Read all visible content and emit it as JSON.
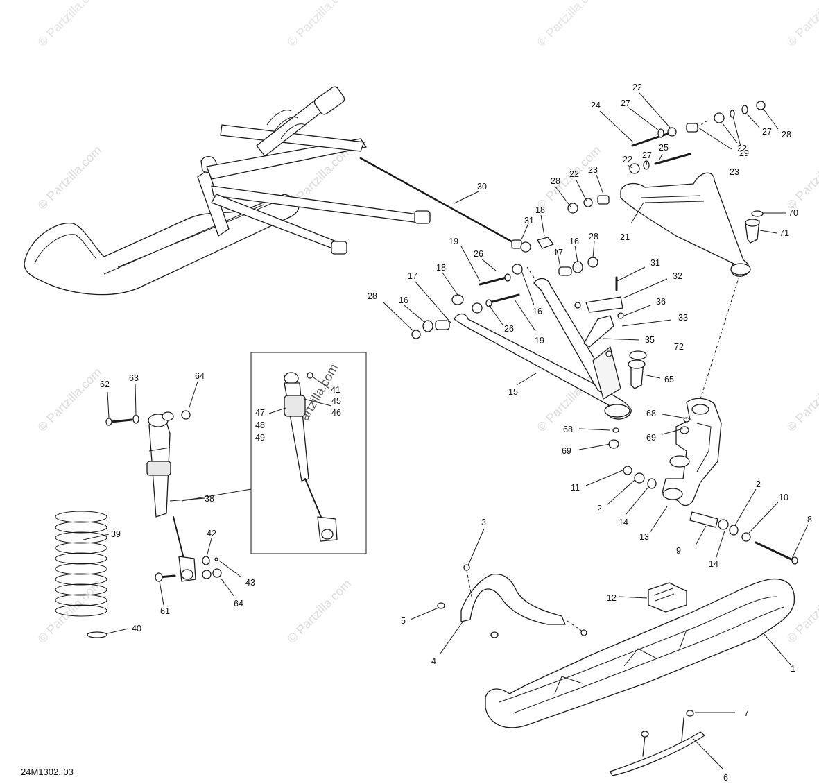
{
  "diagram": {
    "reference_code": "24M1302, 03",
    "watermark": "© Partzilla.com",
    "inset_watermark": "©Partzilla.com",
    "callouts": {
      "c1": "1",
      "c2a": "2",
      "c2b": "2",
      "c3": "3",
      "c4": "4",
      "c5": "5",
      "c6": "6",
      "c7": "7",
      "c8": "8",
      "c9": "9",
      "c10": "10",
      "c11": "11",
      "c12": "12",
      "c13": "13",
      "c14a": "14",
      "c14b": "14",
      "c15": "15",
      "c16a": "16",
      "c16b": "16",
      "c16c": "16",
      "c17a": "17",
      "c17b": "17",
      "c18a": "18",
      "c18b": "18",
      "c19a": "19",
      "c19b": "19",
      "c21": "21",
      "c22a": "22",
      "c22b": "22",
      "c22c": "22",
      "c22d": "22",
      "c23a": "23",
      "c23b": "23",
      "c24": "24",
      "c25": "25",
      "c26a": "26",
      "c26b": "26",
      "c27a": "27",
      "c27b": "27",
      "c27c": "27",
      "c28a": "28",
      "c28b": "28",
      "c28c": "28",
      "c28d": "28",
      "c29": "29",
      "c30": "30",
      "c31a": "31",
      "c31b": "31",
      "c32": "32",
      "c33": "33",
      "c35": "35",
      "c36": "36",
      "c38": "38",
      "c39": "39",
      "c40": "40",
      "c41": "41",
      "c42": "42",
      "c43": "43",
      "c45": "45",
      "c46": "46",
      "c47": "47",
      "c48": "48",
      "c49": "49",
      "c61": "61",
      "c62": "62",
      "c63": "63",
      "c64a": "64",
      "c64b": "64",
      "c65": "65",
      "c68a": "68",
      "c68b": "68",
      "c69a": "69",
      "c69b": "69",
      "c70": "70",
      "c71": "71",
      "c72": "72"
    }
  }
}
